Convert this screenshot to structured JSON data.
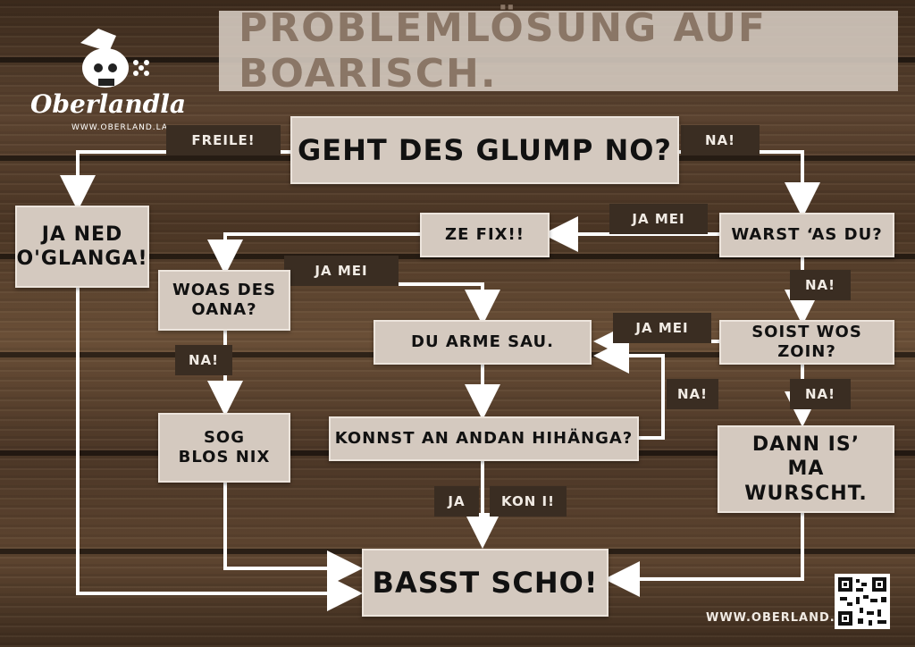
{
  "title": "PROBLEMLÖSUNG AUF BOARISCH.",
  "logo": {
    "wordmark": "Oberlandla",
    "url": "WWW.OBERLAND.LA"
  },
  "footer_url": "WWW.OBERLAND.LA",
  "nodes": {
    "start": "GEHT DES GLUMP NO?",
    "ja_ned": "JA NED O'GLANGA!",
    "warst": "WARST ‘AS DU?",
    "ze_fix": "ZE FIX!!",
    "woas": "WOAS DES OANA?",
    "du_arme": "DU ARME SAU.",
    "soist": "SOIST WOS ZOIN?",
    "sog_blos": "SOG BLOS NIX",
    "konnst": "KONNST AN ANDAN HIHÄNGA?",
    "dann": "DANN IS’ MA WURSCHT.",
    "basst": "BASST SCHO!"
  },
  "edge_labels": {
    "freile": "FREILE!",
    "na_top": "NA!",
    "ja_mei_1": "JA MEI",
    "ja_mei_2": "JA MEI",
    "ja_mei_3": "JA MEI",
    "na_warst": "NA!",
    "na_woas": "NA!",
    "na_konnst": "NA!",
    "na_soist": "NA!",
    "ja": "JA",
    "kon_i": "KON I!"
  },
  "colors": {
    "box": "#d4c9bf",
    "arrow": "#ffffff",
    "label_bg": "#3a2d22",
    "title_text": "#8a7666"
  }
}
